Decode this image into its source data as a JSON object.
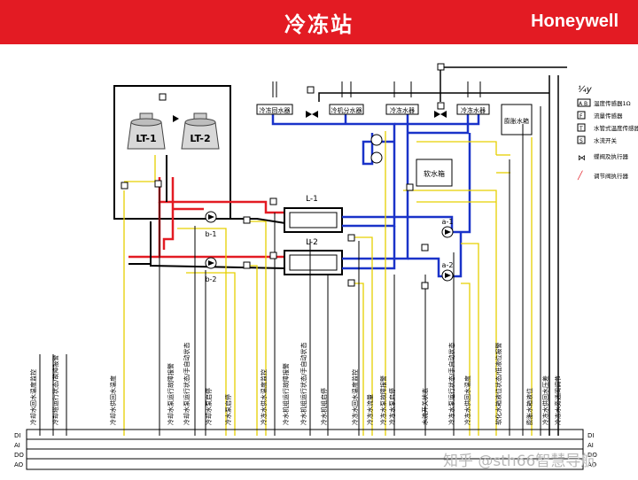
{
  "header": {
    "title": "冷冻站",
    "brand": "Honeywell"
  },
  "towers": [
    {
      "label": "LT-1"
    },
    {
      "label": "LT-2"
    }
  ],
  "chillers": [
    {
      "label": "L-1"
    },
    {
      "label": "L-2"
    }
  ],
  "pumps": {
    "b1": "b-1",
    "b2": "b-2",
    "a1": "a-1",
    "a2": "a-2"
  },
  "headers": {
    "chilled_return": "冷冻回水器",
    "split": "冷机分水器",
    "cold_water": "冷冻水器",
    "hot_water": "冷冻水器"
  },
  "equipment": {
    "soft_water": "软水箱",
    "expansion": "膨胀水箱"
  },
  "legend": {
    "unit": "¼y",
    "items": [
      {
        "sym": "A B",
        "text": "温度传感器1Ω"
      },
      {
        "sym": "F",
        "text": "流量传感器"
      },
      {
        "sym": "T",
        "text": "水管式温度传感器"
      },
      {
        "sym": "S",
        "text": "水流开关"
      },
      {
        "sym": "⋈",
        "text": "蝶阀及执行器"
      },
      {
        "sym": "╱",
        "text": "调节阀执行器"
      }
    ]
  },
  "io": {
    "rows": [
      "DI",
      "AI",
      "DO",
      "AO"
    ],
    "right_rows": [
      "DI",
      "AI",
      "DO",
      "AO"
    ]
  },
  "signals": [
    "冷却水回水温度监控",
    "冷却塔运行状态/故障报警",
    "冷却水供回水温度",
    "冷却水泵运行故障报警",
    "冷却水泵运行状态/手自动状态",
    "冷却水泵启停",
    "冷水泵启停",
    "冷冻水供水温度监控",
    "冷水机组运行故障报警",
    "冷水机组运行状态/手自动状态",
    "冷水机组启停",
    "冷冻水回水温度监控",
    "冷冻水流量",
    "冷冻水泵故障报警",
    "冷冻水泵启停",
    "水流开关状态",
    "冷冻水泵运行状态/手自动状态",
    "冷冻水供回水温度",
    "软化水箱液位状态/低液位报警",
    "膨胀水箱液位",
    "冷冻水供回水压差",
    "冷冻水旁通阀调节"
  ],
  "watermark": "知乎 @sth66智慧导航"
}
